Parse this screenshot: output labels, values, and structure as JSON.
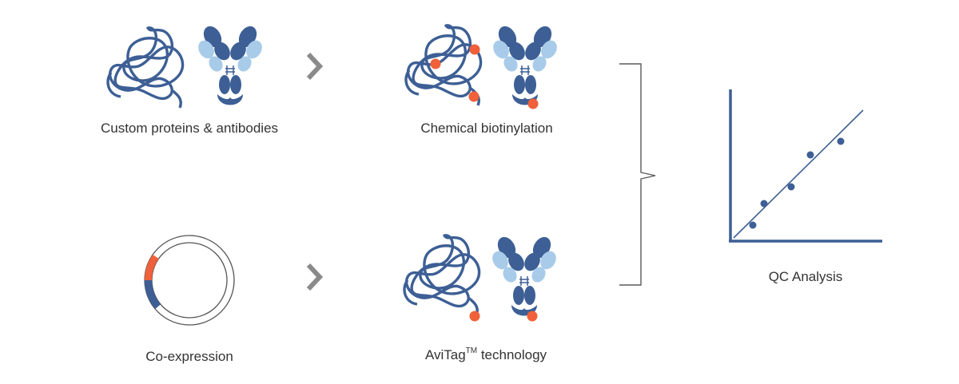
{
  "colors": {
    "dark_blue": "#3d5f95",
    "light_blue": "#a8cbe9",
    "orange": "#f0603a",
    "gray_arrow": "#8a8a8a",
    "bracket": "#5a5a5a",
    "text": "#333333"
  },
  "labels": {
    "custom": "Custom proteins & antibodies",
    "chemical": "Chemical biotinylation",
    "coexpression": "Co-expression",
    "avitag_main": "AviTag",
    "avitag_tm": "TM",
    "avitag_suffix": " technology",
    "qc": "QC Analysis"
  },
  "icons": [
    "protein-coil-icon",
    "antibody-icon",
    "chevron-right-icon",
    "plasmid-icon",
    "bracket-icon",
    "scatter-plot-icon",
    "biotin-dot-icon"
  ]
}
